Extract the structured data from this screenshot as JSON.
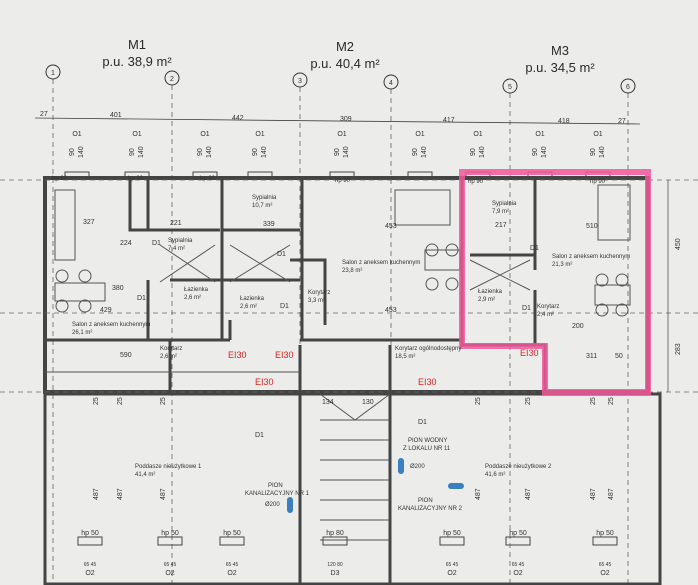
{
  "units": [
    {
      "name": "M1",
      "area": "p.u. 38,9 m²"
    },
    {
      "name": "M2",
      "area": "p.u. 40,4 m²"
    },
    {
      "name": "M3",
      "area": "p.u. 34,5 m²"
    }
  ],
  "axes": [
    "1",
    "2",
    "3",
    "4",
    "5",
    "6"
  ],
  "top_dimensions": [
    "27",
    "401",
    "442",
    "309",
    "417",
    "418",
    "27"
  ],
  "right_dimensions": [
    "450",
    "283"
  ],
  "window_label": "O1",
  "window_dims": [
    "90",
    "140"
  ],
  "rooms": [
    {
      "name": "Sypialnia",
      "area": "10,7 m²"
    },
    {
      "name": "Sypialnia",
      "area": "7,4 m²"
    },
    {
      "name": "Salon z aneksem kuchennym",
      "area": "26,1 m²"
    },
    {
      "name": "Łazienka",
      "area": "2,6 m²"
    },
    {
      "name": "Łazienka",
      "area": "2,6 m²"
    },
    {
      "name": "Korytarz",
      "area": "3,3 m²"
    },
    {
      "name": "Korytarz",
      "area": "2,6 m²"
    },
    {
      "name": "Salon z aneksem kuchennym",
      "area": "23,8 m²"
    },
    {
      "name": "Sypialnia",
      "area": "7,9 m²"
    },
    {
      "name": "Salon z aneksem kuchennym",
      "area": "21,3 m²"
    },
    {
      "name": "Łazienka",
      "area": "2,9 m²"
    },
    {
      "name": "Korytarz",
      "area": "2,4 m²"
    },
    {
      "name": "Korytarz ogólnodostępny",
      "area": "18,5 m²"
    },
    {
      "name": "Poddasze nieużytkowe 1",
      "area": "41,4 m²"
    },
    {
      "name": "Poddasze nieużytkowe 2",
      "area": "41,6 m²"
    }
  ],
  "inner_dims": [
    "327",
    "224",
    "429",
    "380",
    "590",
    "221",
    "339",
    "453",
    "453",
    "217",
    "510",
    "311",
    "200",
    "130",
    "134",
    "487",
    "50",
    "25"
  ],
  "door_label": "D1",
  "fire_label": "EI30",
  "risers": [
    {
      "title": "PION",
      "subtitle": "KANALIZACYJNY NR 1",
      "dia": "Ø200"
    },
    {
      "title": "PION WODNY",
      "subtitle": "Z LOKALU NR 11",
      "dia": "Ø200"
    },
    {
      "title": "PION",
      "subtitle": "KANALIZACYJNY NR 2",
      "dia": ""
    }
  ],
  "bottom": {
    "hp50": "hp 50",
    "hp80": "hp 80",
    "o2": "O2",
    "d3": "D3",
    "o2_dims": "65 45",
    "d3_dims": "120 80"
  },
  "hp90": "hp 90",
  "highlight_color": "#f0589a"
}
